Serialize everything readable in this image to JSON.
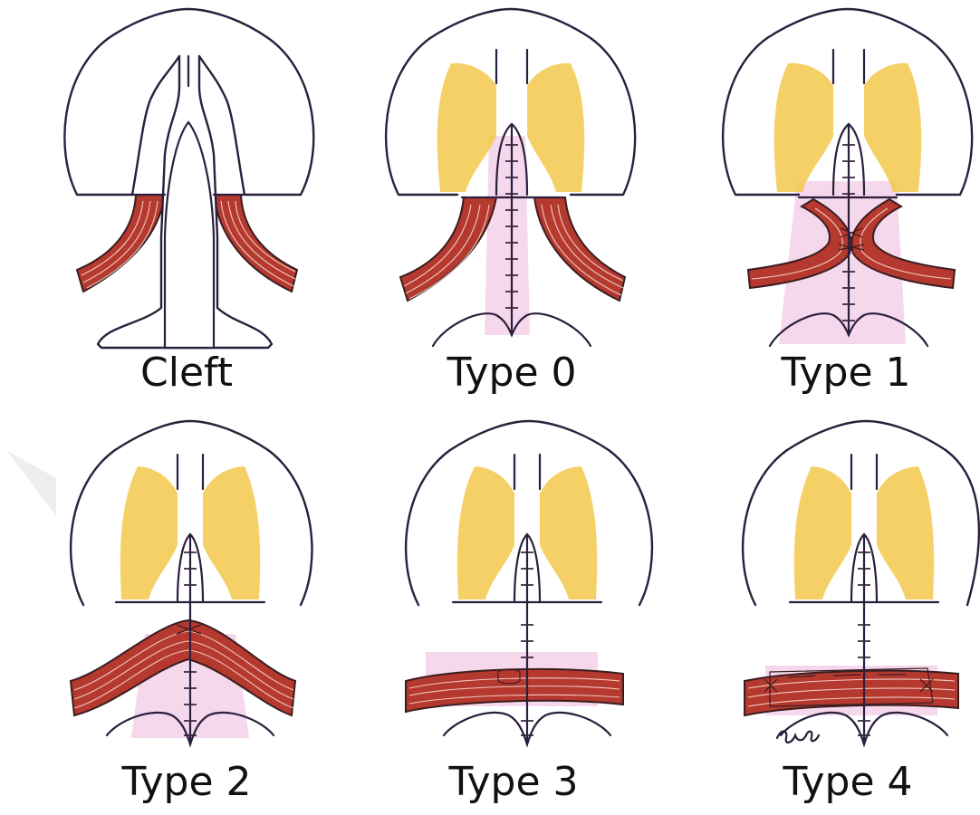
{
  "panels": [
    {
      "label": "Cleft"
    },
    {
      "label": "Type 0"
    },
    {
      "label": "Type 1"
    },
    {
      "label": "Type 2"
    },
    {
      "label": "Type 3"
    },
    {
      "label": "Type 4"
    }
  ],
  "colors": {
    "outline": "#2a1f3d",
    "bone": "#f3c84b",
    "muscle": "#b5392f",
    "mucosa_highlight": "#e9a8d4"
  }
}
